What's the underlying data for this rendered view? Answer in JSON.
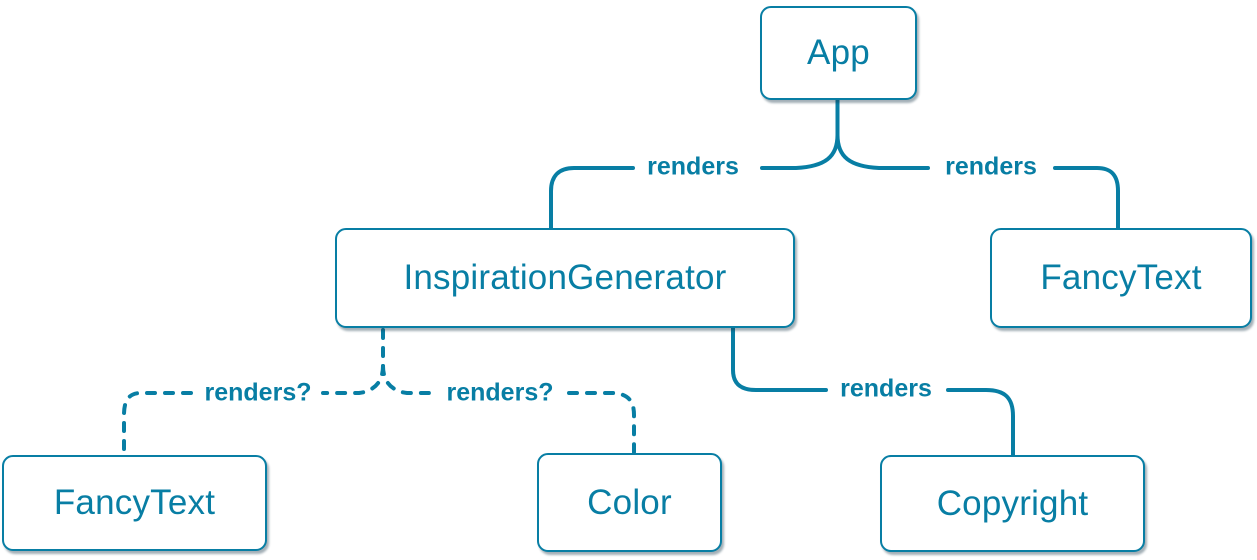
{
  "diagram": {
    "nodes": [
      {
        "id": "app",
        "label": "App"
      },
      {
        "id": "inspiration-generator",
        "label": "InspirationGenerator"
      },
      {
        "id": "fancy-text-top",
        "label": "FancyText"
      },
      {
        "id": "fancy-text-bottom",
        "label": "FancyText"
      },
      {
        "id": "color",
        "label": "Color"
      },
      {
        "id": "copyright",
        "label": "Copyright"
      }
    ],
    "edges": [
      {
        "from": "App",
        "to": "InspirationGenerator",
        "label": "renders",
        "style": "solid"
      },
      {
        "from": "App",
        "to": "FancyText",
        "label": "renders",
        "style": "solid"
      },
      {
        "from": "InspirationGenerator",
        "to": "FancyText",
        "label": "renders?",
        "style": "dashed"
      },
      {
        "from": "InspirationGenerator",
        "to": "Color",
        "label": "renders?",
        "style": "dashed"
      },
      {
        "from": "InspirationGenerator",
        "to": "Copyright",
        "label": "renders",
        "style": "solid"
      }
    ],
    "colors": {
      "accent": "#087ea4",
      "node_background": "#ffffff",
      "canvas_background": "#ffffff"
    }
  }
}
